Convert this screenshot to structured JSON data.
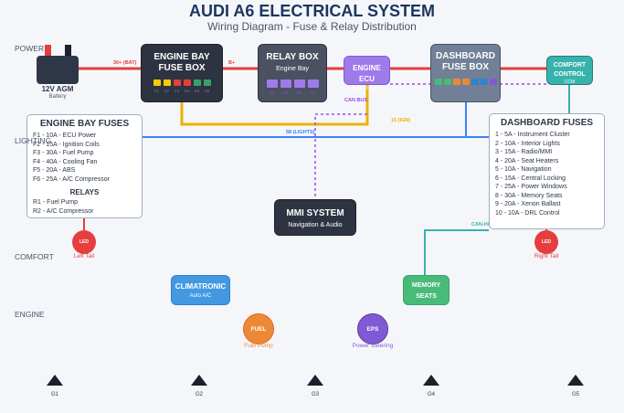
{
  "header": {
    "title": "AUDI A6 ELECTRICAL SYSTEM",
    "subtitle": "Wiring Diagram - Fuse & Relay Distribution"
  },
  "lanes": [
    "POWER",
    "LIGHTING",
    "COMFORT",
    "ENGINE"
  ],
  "battery": {
    "title": "12V AGM",
    "subtitle": "Battery"
  },
  "wire_labels": {
    "bat": "30+ (BAT)",
    "bplus": "B+",
    "can": "CAN BUS",
    "ign": "15 (IGN)",
    "lights": "58 (LIGHTS)",
    "canhl": "CAN-H/L"
  },
  "engine_fuse_box": {
    "title1": "ENGINE BAY",
    "title2": "FUSE BOX",
    "fuses": [
      "F1",
      "F2",
      "F3",
      "F4",
      "F5",
      "F6"
    ],
    "fuse_colors": [
      "#f6c90e",
      "#f6c90e",
      "#e53e3e",
      "#e53e3e",
      "#38a169",
      "#38a169"
    ]
  },
  "relay_box": {
    "title": "RELAY BOX",
    "subtitle": "Engine Bay",
    "relays": [
      "R1",
      "R2",
      "R3",
      "R4"
    ]
  },
  "ecu": {
    "title": "ENGINE ECU",
    "subtitle": "Bosch ME7"
  },
  "dash_fuse_box": {
    "title1": "DASHBOARD",
    "title2": "FUSE BOX",
    "fuse_colors": [
      "#48bb78",
      "#48bb78",
      "#ed8936",
      "#ed8936",
      "#3182ce",
      "#3182ce",
      "#805ad5"
    ]
  },
  "comfort": {
    "title1": "COMFORT",
    "title2": "CONTROL",
    "subtitle": "CCM"
  },
  "engine_fuses": {
    "title": "ENGINE BAY FUSES",
    "items": [
      "F1 - 10A - ECU Power",
      "F2 - 15A - Ignition Coils",
      "F3 - 30A - Fuel Pump",
      "F4 - 40A - Cooling Fan",
      "F5 - 20A - ABS",
      "F6 - 25A - A/C Compressor"
    ],
    "relays_title": "RELAYS",
    "relays": [
      "R1 - Fuel Pump",
      "R2 - A/C Compressor"
    ]
  },
  "dash_fuses": {
    "title": "DASHBOARD FUSES",
    "items": [
      "1 - 5A - Instrument Cluster",
      "2 - 10A - Interior Lights",
      "3 - 15A - Radio/MMI",
      "4 - 20A - Seat Heaters",
      "5 - 10A - Navigation",
      "6 - 15A - Central Locking",
      "7 - 25A - Power Windows",
      "8 - 30A - Memory Seats",
      "9 - 20A - Xenon Ballast",
      "10 - 10A - DRL Control"
    ]
  },
  "mmi": {
    "title": "MMI SYSTEM",
    "subtitle": "Navigation & Audio"
  },
  "left_led": {
    "badge": "LED",
    "label": "Left Tail"
  },
  "right_led": {
    "badge": "LED",
    "label": "Right Tail"
  },
  "climatronic": {
    "title": "CLIMATRONIC",
    "subtitle": "Auto A/C"
  },
  "memory": {
    "title1": "MEMORY",
    "title2": "SEATS"
  },
  "fuel": {
    "badge": "FUEL",
    "label": "Fuel Pump"
  },
  "eps": {
    "badge": "EPS",
    "label": "Power Steering"
  },
  "grounds": [
    "G1",
    "G2",
    "G3",
    "G4",
    "G5"
  ],
  "colors": {
    "power": "#e53e3e",
    "ign": "#ecb100",
    "lights": "#3b82f6",
    "can": "#9f4aea",
    "comfort": "#38b2ac"
  }
}
